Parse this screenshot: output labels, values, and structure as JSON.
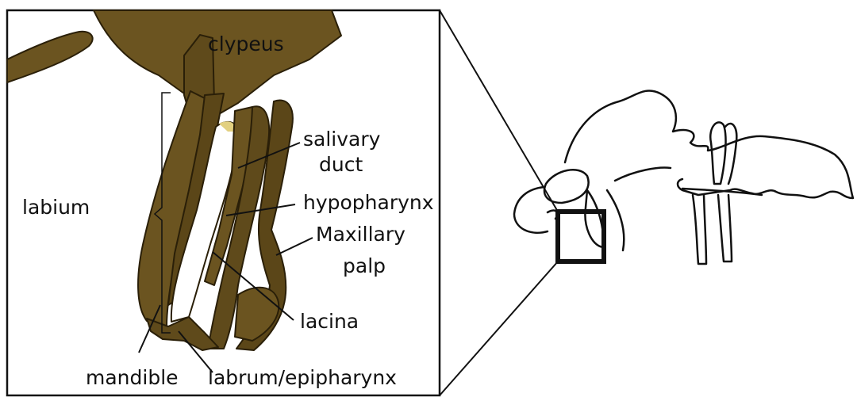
{
  "labels": {
    "clypeus": "clypeus",
    "salivary_1": "salivary",
    "salivary_2": "duct",
    "hypopharynx": "hypopharynx",
    "maxillary_1": "Maxillary",
    "maxillary_2": "palp",
    "labium": "labium",
    "lacina": "lacina",
    "mandible": "mandible",
    "labrum": "labrum/epipharynx"
  },
  "colors": {
    "structure_fill": "#6b5420",
    "structure_dark": "#5b4618",
    "outline": "#111111",
    "white_channel": "#ffffff",
    "highlight_yellow": "#e2d080"
  }
}
